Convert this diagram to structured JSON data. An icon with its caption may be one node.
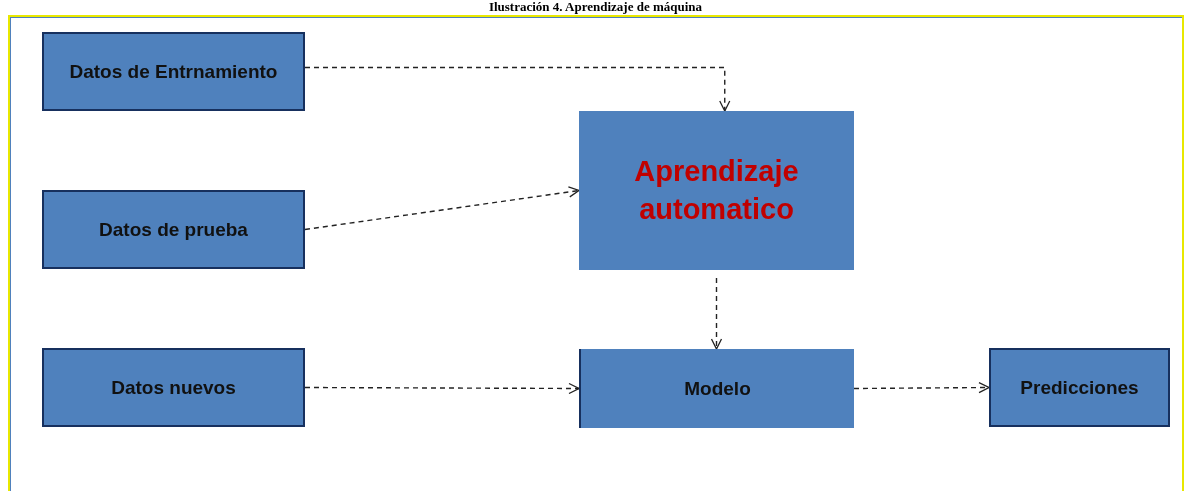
{
  "diagram": {
    "title": "Ilustración 4. Aprendizaje de máquina",
    "nodes": [
      {
        "text": [
          "Datos de Entrnamiento"
        ]
      },
      {
        "text": [
          "Aprendizaje automatico"
        ]
      },
      {
        "text": [
          "Datos de prueba"
        ]
      },
      {
        "text": [
          "Datos nuevos"
        ]
      },
      {
        "text": [
          "Modelo"
        ]
      },
      {
        "text": [
          "Predicciones"
        ]
      }
    ],
    "edges": [
      {
        "from": 0,
        "to": 1,
        "arrow": "to",
        "style": "dashed"
      },
      {
        "from": 2,
        "to": 1,
        "arrow": "to",
        "style": "dashed"
      },
      {
        "from": 1,
        "to": 4,
        "arrow": "to",
        "style": "dashed"
      },
      {
        "from": 3,
        "to": 4,
        "arrow": "to",
        "style": "dashed"
      },
      {
        "from": 4,
        "to": 5,
        "arrow": "to",
        "style": "dashed"
      }
    ]
  }
}
